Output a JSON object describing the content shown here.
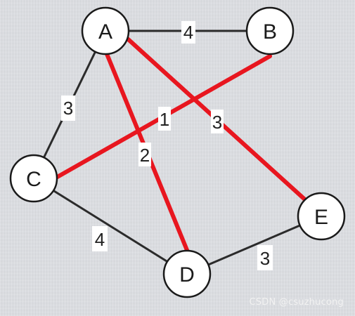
{
  "nodes": {
    "A": "A",
    "B": "B",
    "C": "C",
    "D": "D",
    "E": "E"
  },
  "weights": {
    "AB": "4",
    "AC": "3",
    "BC": "1",
    "AD": "2",
    "AE": "3",
    "CD": "4",
    "DE": "3"
  },
  "edges": [
    {
      "from": "A",
      "to": "B",
      "weight": "4",
      "highlighted": false
    },
    {
      "from": "A",
      "to": "C",
      "weight": "3",
      "highlighted": false
    },
    {
      "from": "B",
      "to": "C",
      "weight": "1",
      "highlighted": true
    },
    {
      "from": "A",
      "to": "D",
      "weight": "2",
      "highlighted": true
    },
    {
      "from": "A",
      "to": "E",
      "weight": "3",
      "highlighted": true
    },
    {
      "from": "C",
      "to": "D",
      "weight": "4",
      "highlighted": false
    },
    {
      "from": "D",
      "to": "E",
      "weight": "3",
      "highlighted": false
    }
  ],
  "colors": {
    "highlight": "#e8161f",
    "edge": "#2b2b2b",
    "node_fill": "#ffffff",
    "background": "#dcdee2"
  },
  "watermark": "CSDN @csuzhucong"
}
